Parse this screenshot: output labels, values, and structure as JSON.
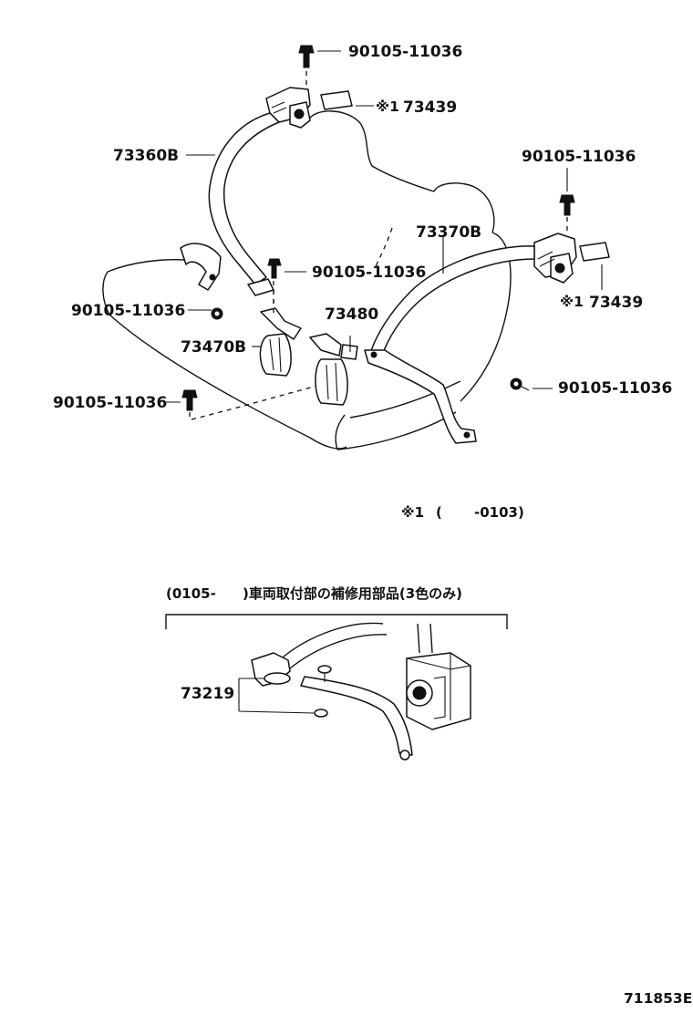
{
  "labels": {
    "bolt_top": "90105-11036",
    "cover_left": "73439",
    "cover_left_mark": "※1",
    "belt_left": "73360B",
    "bolt_upper_right": "90105-11036",
    "belt_right": "73370B",
    "bolt_mid": "90105-11036",
    "cover_right": "73439",
    "cover_right_mark": "※1",
    "bolt_left": "90105-11036",
    "buckle_right": "73480",
    "buckle_left": "73470B",
    "bolt_right": "90105-11036",
    "bolt_lower_left": "90105-11036",
    "footnote_mark": "※1",
    "footnote_open": "(",
    "footnote_range": "-0103)",
    "section_caption_date": "(0105-",
    "section_caption_text": ")車両取付部の補修用部品(3色のみ)",
    "kit": "73219",
    "drawing_number": "711853E"
  }
}
